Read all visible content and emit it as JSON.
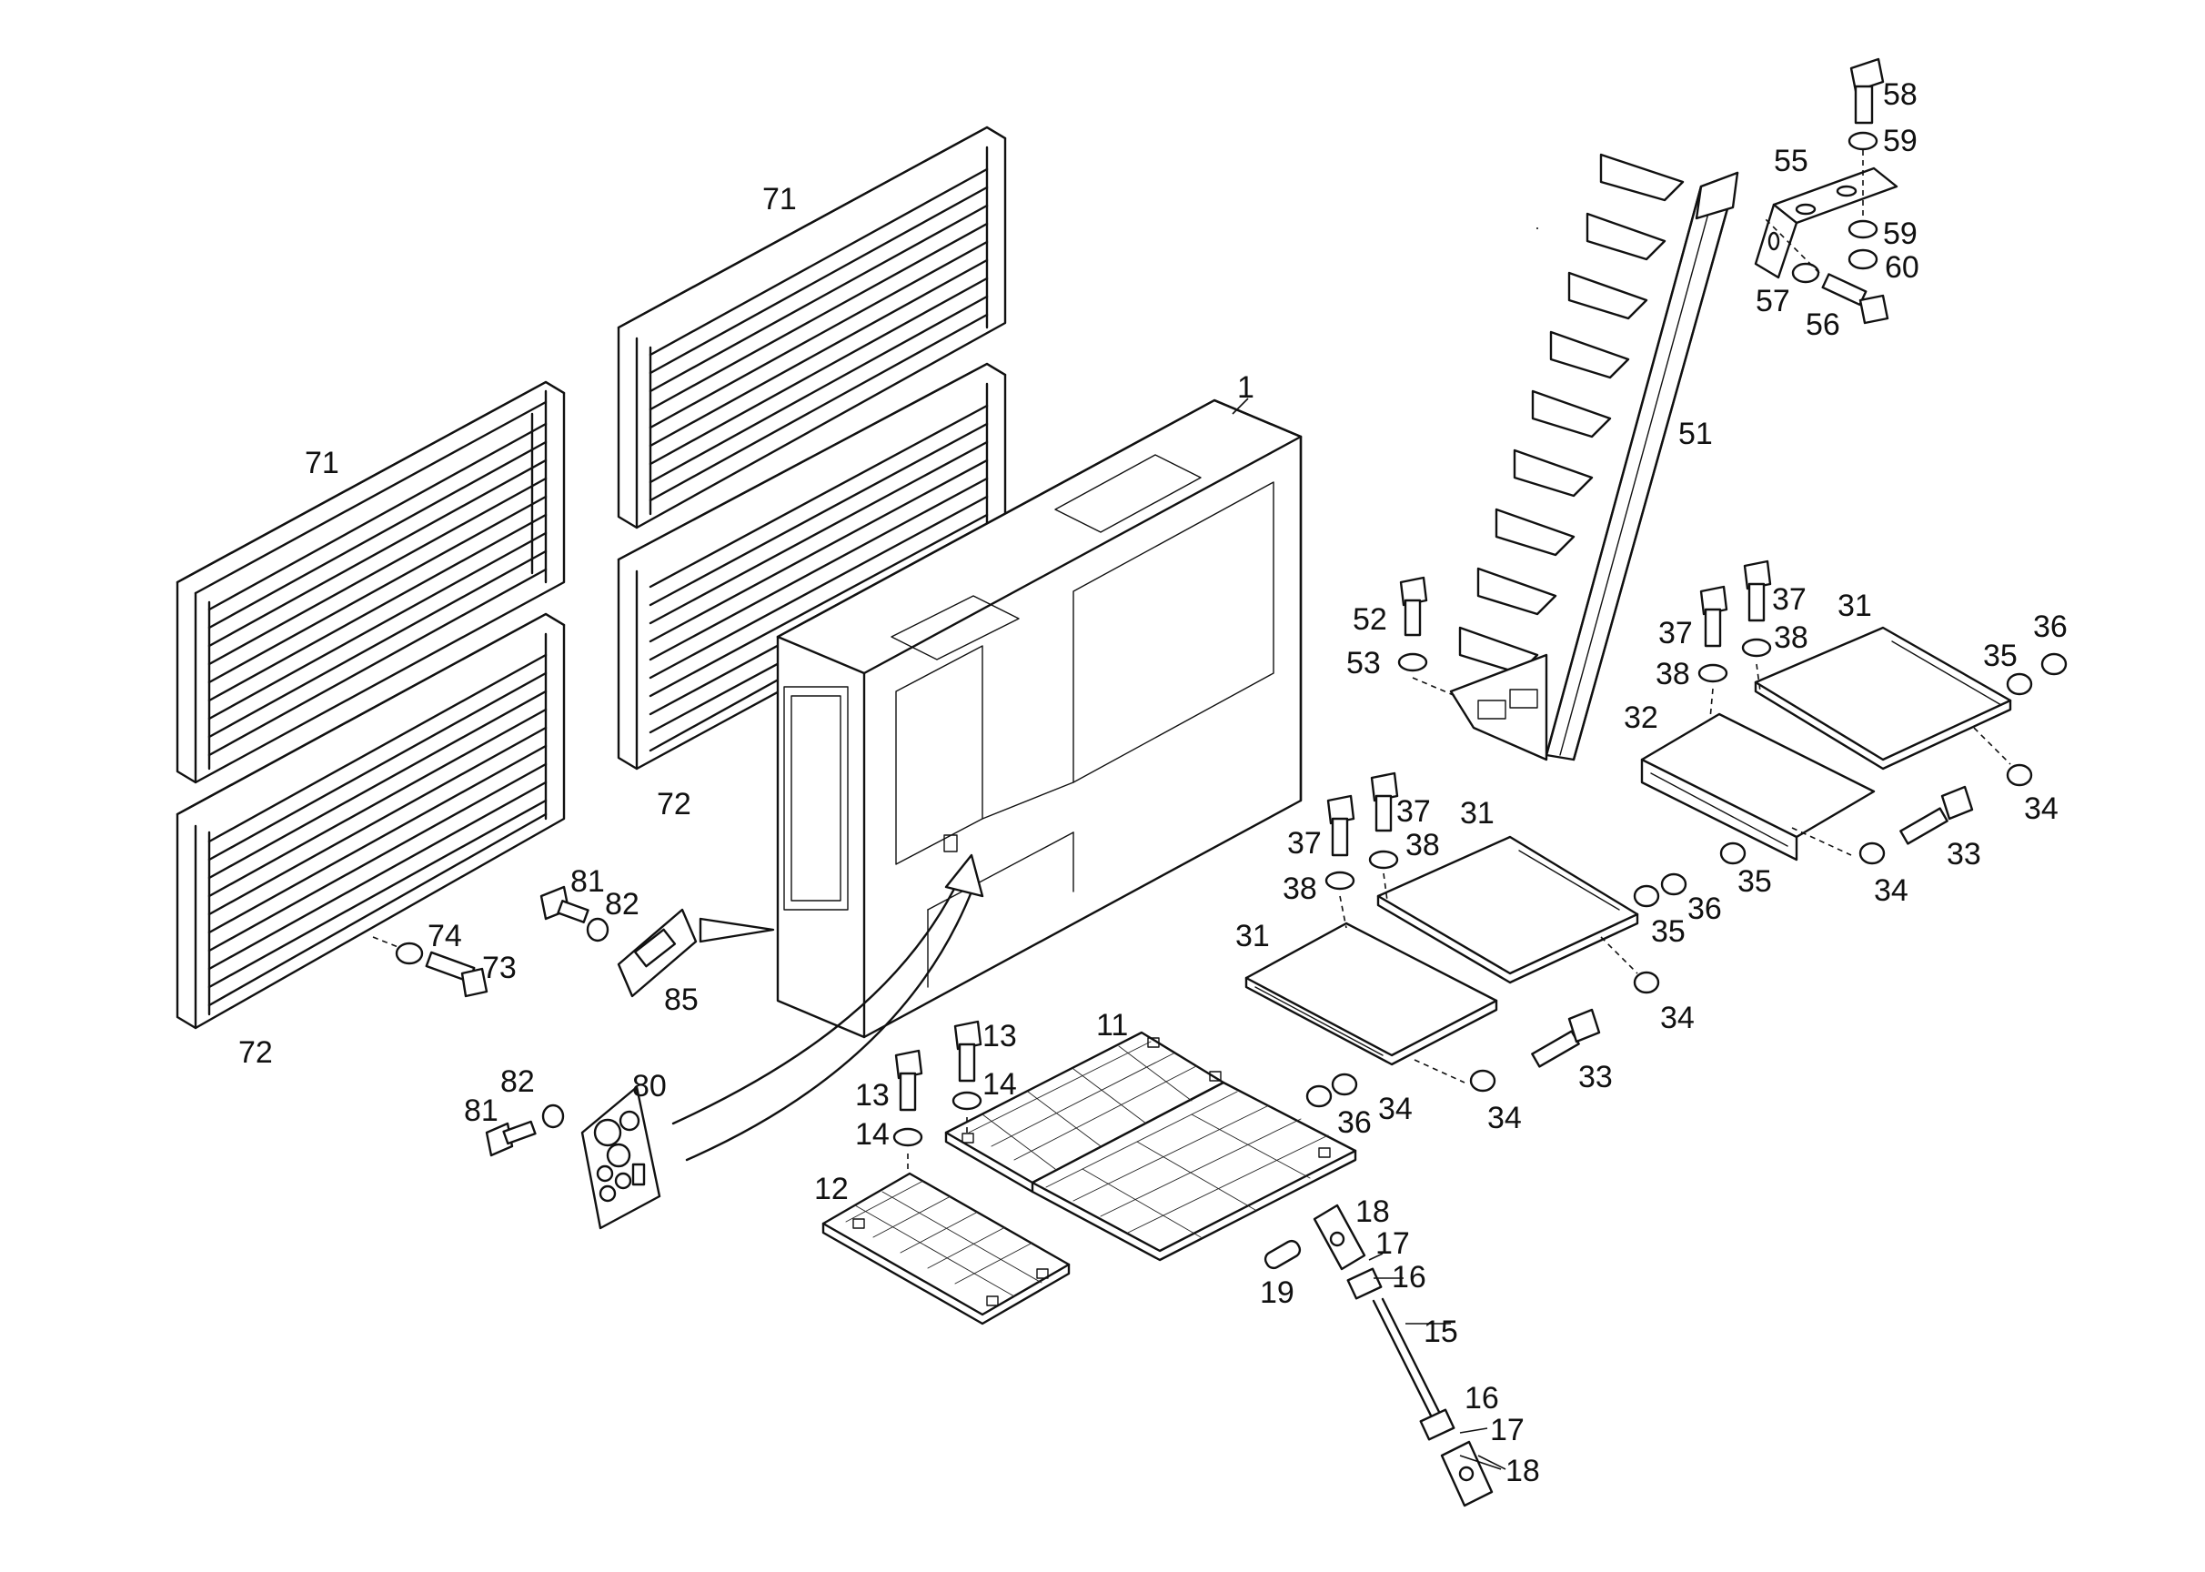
{
  "callouts": {
    "c1": "1",
    "c11": "11",
    "c12": "12",
    "c13a": "13",
    "c13b": "13",
    "c14a": "14",
    "c14b": "14",
    "c15": "15",
    "c16a": "16",
    "c16b": "16",
    "c17a": "17",
    "c17b": "17",
    "c18a": "18",
    "c18b": "18",
    "c19": "19",
    "c31a": "31",
    "c31b": "31",
    "c31c": "31",
    "c32": "32",
    "c33a": "33",
    "c33b": "33",
    "c34a": "34",
    "c34b": "34",
    "c34c": "34",
    "c34d": "34",
    "c34e": "34",
    "c35a": "35",
    "c35b": "35",
    "c35c": "35",
    "c36a": "36",
    "c36b": "36",
    "c36c": "36",
    "c37a": "37",
    "c37b": "37",
    "c37c": "37",
    "c37d": "37",
    "c38a": "38",
    "c38b": "38",
    "c38c": "38",
    "c38d": "38",
    "c51": "51",
    "c52": "52",
    "c53": "53",
    "c55": "55",
    "c56": "56",
    "c57": "57",
    "c58": "58",
    "c59a": "59",
    "c59b": "59",
    "c60": "60",
    "c71a": "71",
    "c71b": "71",
    "c72a": "72",
    "c72b": "72",
    "c73": "73",
    "c74": "74",
    "c80": "80",
    "c81a": "81",
    "c81b": "81",
    "c82a": "82",
    "c82b": "82",
    "c85": "85"
  },
  "icons": {
    "arrow_to_frame": "arrow-icon",
    "curved_arrow": "curved-arrow-icon"
  },
  "colors": {
    "ink": "#111111",
    "paper": "#ffffff"
  }
}
